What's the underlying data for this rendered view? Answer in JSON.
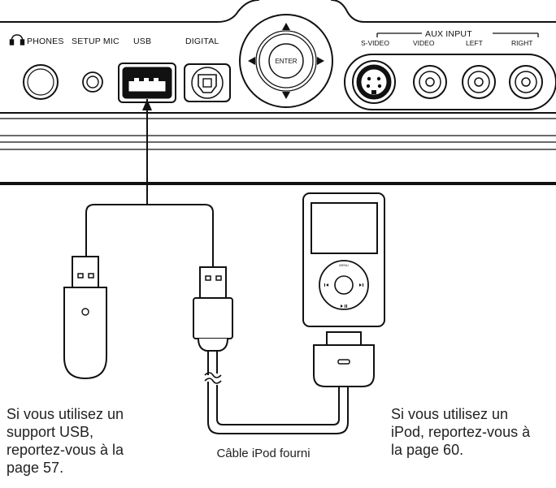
{
  "panel": {
    "phones_label": "PHONES",
    "setup_mic_label": "SETUP MIC",
    "usb_label": "USB",
    "digital_label": "DIGITAL",
    "enter_label": "ENTER",
    "aux_input_label": "AUX INPUT",
    "s_video_label": "S-VIDEO",
    "video_label": "VIDEO",
    "left_label": "LEFT",
    "right_label": "RIGHT"
  },
  "ipod": {
    "menu_label": "MENU"
  },
  "cable_label": "Câble iPod fourni",
  "captions": {
    "usb_lines": [
      "Si vous utilisez un",
      "support USB,",
      "reportez-vous à la",
      "page 57."
    ],
    "ipod_lines": [
      "Si vous utilisez un",
      "iPod, reportez-vous à",
      "la page 60."
    ]
  }
}
